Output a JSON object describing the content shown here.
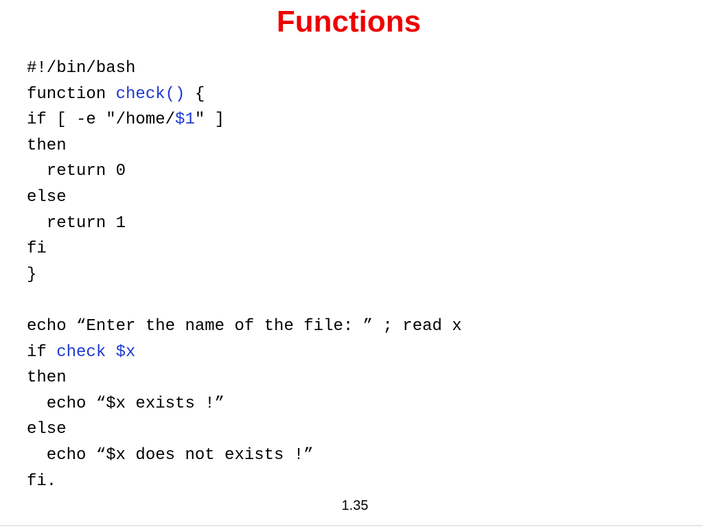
{
  "slide": {
    "title": "Functions",
    "page_number": "1.35"
  },
  "code": {
    "lines": [
      [
        {
          "t": "#!/bin/bash",
          "c": "normal"
        }
      ],
      [
        {
          "t": "function ",
          "c": "normal"
        },
        {
          "t": "check()",
          "c": "highlight"
        },
        {
          "t": " {",
          "c": "normal"
        }
      ],
      [
        {
          "t": "if [ -e \"/home/",
          "c": "normal"
        },
        {
          "t": "$1",
          "c": "highlight"
        },
        {
          "t": "\" ]",
          "c": "normal"
        }
      ],
      [
        {
          "t": "then",
          "c": "normal"
        }
      ],
      [
        {
          "t": "  return 0",
          "c": "normal"
        }
      ],
      [
        {
          "t": "else",
          "c": "normal"
        }
      ],
      [
        {
          "t": "  return 1",
          "c": "normal"
        }
      ],
      [
        {
          "t": "fi",
          "c": "normal"
        }
      ],
      [
        {
          "t": "}",
          "c": "normal"
        }
      ],
      [
        {
          "t": "",
          "c": "normal"
        }
      ],
      [
        {
          "t": "echo “Enter the name of the file: ” ; read x",
          "c": "normal"
        }
      ],
      [
        {
          "t": "if ",
          "c": "normal"
        },
        {
          "t": "check $x",
          "c": "highlight"
        }
      ],
      [
        {
          "t": "then",
          "c": "normal"
        }
      ],
      [
        {
          "t": "  echo “$x exists !”",
          "c": "normal"
        }
      ],
      [
        {
          "t": "else",
          "c": "normal"
        }
      ],
      [
        {
          "t": "  echo “$x does not exists !”",
          "c": "normal"
        }
      ],
      [
        {
          "t": "fi.",
          "c": "normal"
        }
      ]
    ]
  },
  "colors": {
    "title": "#ee0000",
    "code_text": "#000000",
    "code_highlight": "#1f3ad0",
    "background": "#ffffff"
  }
}
